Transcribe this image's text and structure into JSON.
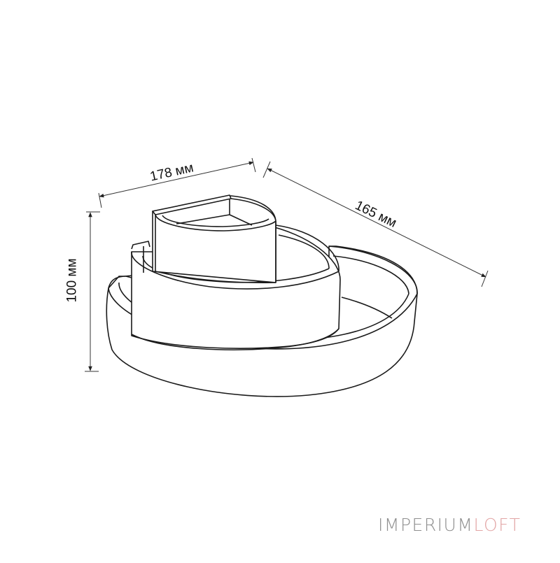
{
  "diagram": {
    "type": "dimensioned product drawing",
    "subject": "tiered circular wall lamp, isometric line view",
    "dimensions": {
      "width": {
        "label": "178 мм",
        "value": 178,
        "unit": "мм"
      },
      "depth": {
        "label": "165 мм",
        "value": 165,
        "unit": "мм"
      },
      "height": {
        "label": "100 мм",
        "value": 100,
        "unit": "мм"
      }
    },
    "colors": {
      "line": "#1a1a1a",
      "dimension_line": "#333333",
      "background": "#ffffff"
    }
  },
  "watermark": {
    "part1": "IMPERIUM",
    "part2": "LOFT",
    "color1": "#8f8f8f",
    "color2": "#e2a5a5"
  }
}
